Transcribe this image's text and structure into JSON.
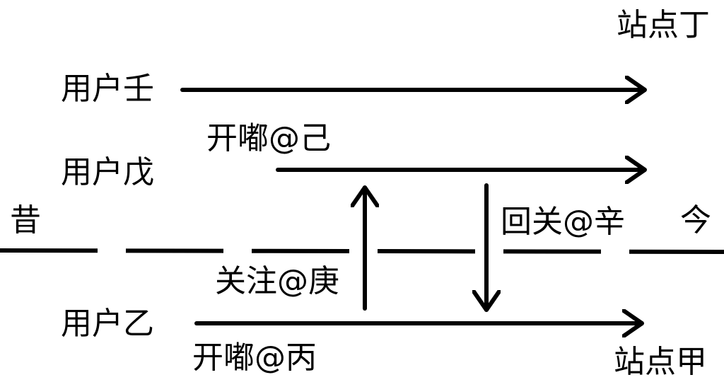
{
  "timeline": {
    "past": "昔",
    "now": "今"
  },
  "users": {
    "u1": "用户壬",
    "u2": "用户戊",
    "u3": "用户乙"
  },
  "sites": {
    "top": "站点丁",
    "bottom": "站点甲"
  },
  "actions": {
    "open_ji": "开嘟@己",
    "follow_geng": "关注@庚",
    "followback_xin": "回关@辛",
    "open_bing": "开嘟@丙"
  },
  "colors": {
    "ink": "#000000",
    "background": "#ffffff"
  }
}
